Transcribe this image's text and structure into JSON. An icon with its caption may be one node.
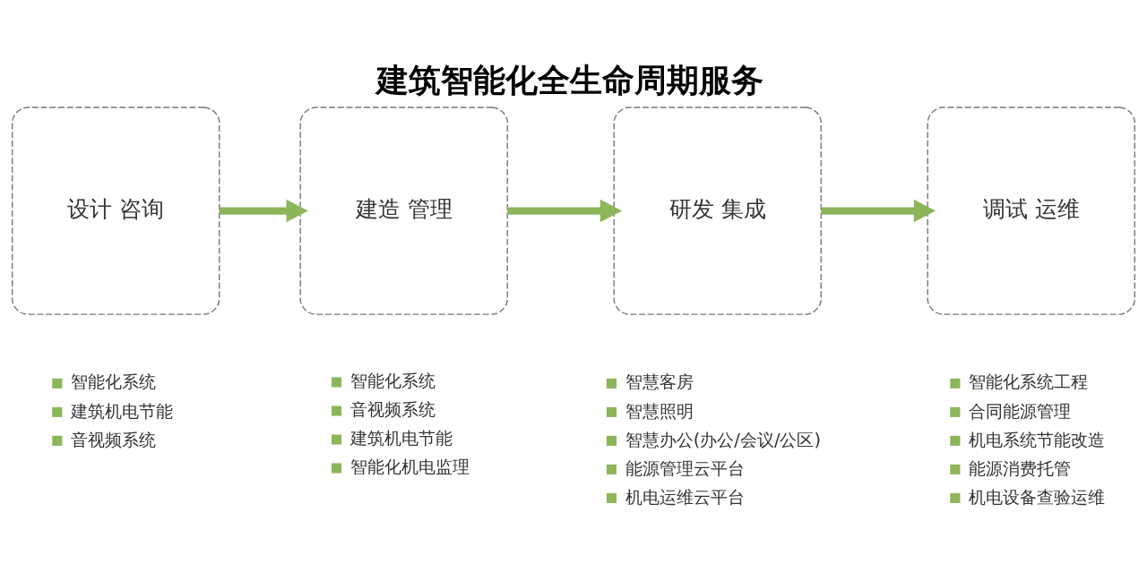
{
  "diagram": {
    "title": "建筑智能化全生命周期服务",
    "nodes": [
      {
        "text": [
          "设计 咨询"
        ],
        "beside": [
          "智能化系统",
          "建筑机电节能",
          "音视频系统"
        ]
      },
      {
        "text": [
          "建造 管理"
        ],
        "beside": [
          "智能化系统",
          "音视频系统",
          "建筑机电节能",
          "智能化机电监理"
        ]
      },
      {
        "text": [
          "研发 集成"
        ],
        "beside": [
          "智慧客房",
          "智慧照明",
          "智慧办公(办公/会议/公区)",
          "能源管理云平台",
          "机电运维云平台"
        ]
      },
      {
        "text": [
          "调试 运维"
        ],
        "beside": [
          "智能化系统工程",
          "合同能源管理",
          "机电系统节能改造",
          "能源消费托管",
          "机电设备查验运维"
        ]
      }
    ],
    "edges": [
      {
        "from": 0,
        "to": 1,
        "arrow": "to"
      },
      {
        "from": 1,
        "to": 2,
        "arrow": "to"
      },
      {
        "from": 2,
        "to": 3,
        "arrow": "to"
      }
    ]
  }
}
